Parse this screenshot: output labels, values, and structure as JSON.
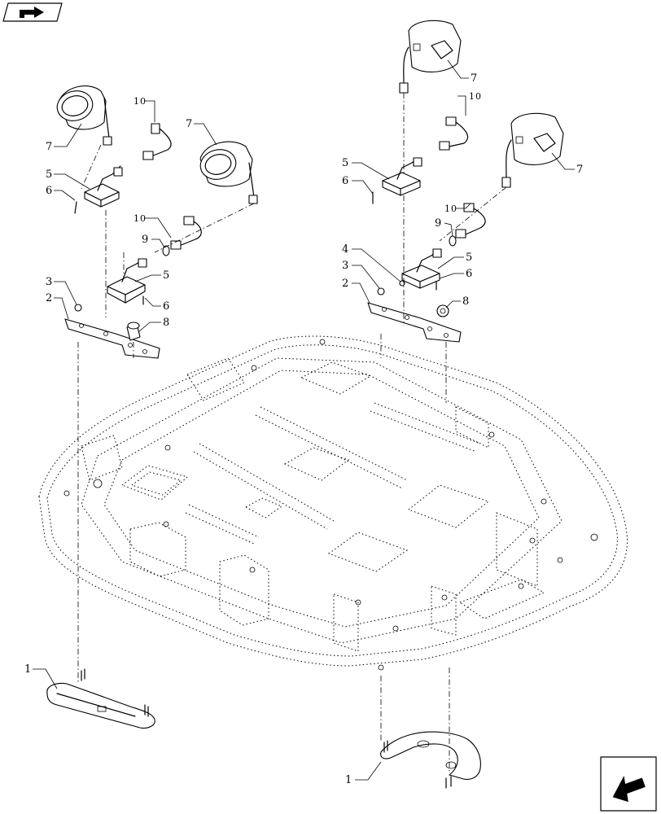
{
  "diagram": {
    "callouts": {
      "left_lamp_top": "7",
      "left_lamp_mid": "7",
      "right_lamp_top": "7",
      "right_lamp_mid": "7",
      "left_harness_top": "10",
      "left_harness_mid": "10",
      "right_harness_top": "10",
      "right_harness_mid": "10",
      "left_switch_top": "5",
      "left_screw_top": "6",
      "left_switch_mid": "5",
      "left_screw_mid": "6",
      "right_switch_top": "5",
      "right_screw_top": "6",
      "right_switch_mid": "5",
      "right_screw_mid": "6",
      "left_grommet": "9",
      "right_grommet": "9",
      "left_nut": "3",
      "right_nut": "3",
      "right_washer": "4",
      "left_bracket": "2",
      "right_bracket": "2",
      "left_plug": "8",
      "right_plug": "8",
      "left_handle": "1",
      "right_handle": "1"
    }
  }
}
